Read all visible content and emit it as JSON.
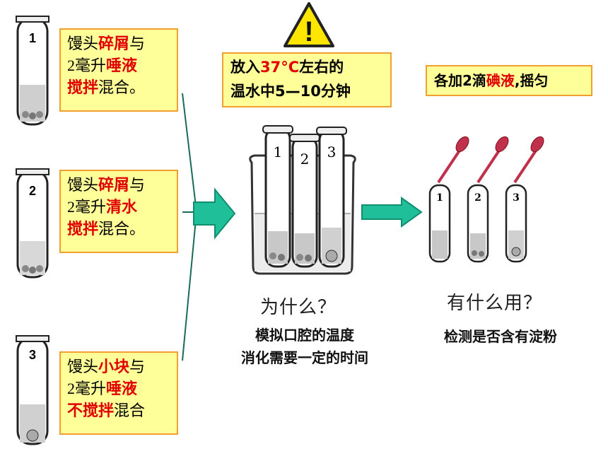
{
  "tube_boxes": [
    {
      "number": "1",
      "l1a": "馒头",
      "l1b": "碎屑",
      "l1c": "与",
      "l2a": "2毫升",
      "l2b": "唾液",
      "l3a": "搅拌",
      "l3b": "混合。"
    },
    {
      "number": "2",
      "l1a": "馒头",
      "l1b": "碎屑",
      "l1c": "与",
      "l2a": "2毫升",
      "l2b": "清水",
      "l3a": "搅拌",
      "l3b": "混合。"
    },
    {
      "number": "3",
      "l1a": "馒头",
      "l1b": "小块",
      "l1c": "与",
      "l2a": "2毫升",
      "l2b": "唾液",
      "l3a": "不搅拌",
      "l3b": "混合"
    }
  ],
  "warning": {
    "exclaim": "!",
    "l1a": "放入",
    "l1b": "37°C",
    "l1c": "左右的",
    "l2": "温水中5—10分钟"
  },
  "iodine": {
    "a": "各加2滴",
    "b": "碘液",
    ",摇匀": "",
    "c": ",摇匀"
  },
  "beaker_numbers": [
    "1",
    "2",
    "3"
  ],
  "mid": {
    "question": "为什么？",
    "answer1": "模拟口腔的温度",
    "answer2": "消化需要一定的时间"
  },
  "right": {
    "question": "有什么用？",
    "answer": "检测是否含有淀粉"
  },
  "colors": {
    "box_fill": "#ffff99",
    "box_border": "#f0a030",
    "arrow": "#1fbf9a",
    "red": "#e00000",
    "dropper": "#c0304a"
  }
}
